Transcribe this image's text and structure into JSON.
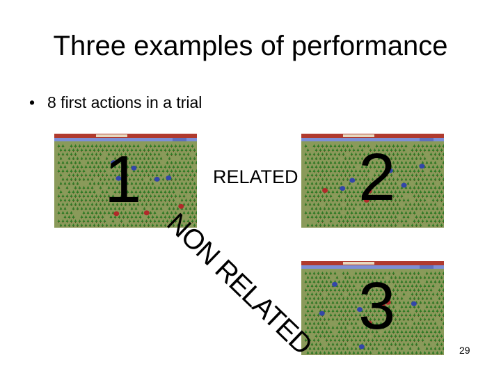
{
  "slide": {
    "title": "Three examples of performance",
    "bullet": "8 first actions in a trial",
    "bullet_marker": "•",
    "page_number": "29"
  },
  "labels": {
    "related": "RELATED",
    "non_related": "NON RELATED"
  },
  "examples": [
    {
      "number": "1"
    },
    {
      "number": "2"
    },
    {
      "number": "3"
    }
  ],
  "colors": {
    "screen_header": "#b03a2e",
    "screen_toolbar": "#7d8fd6",
    "screen_field": "#8a9a5a",
    "tree": "#2f7a26",
    "unit_blue": "#3346a8",
    "unit_red": "#b02a2a"
  }
}
